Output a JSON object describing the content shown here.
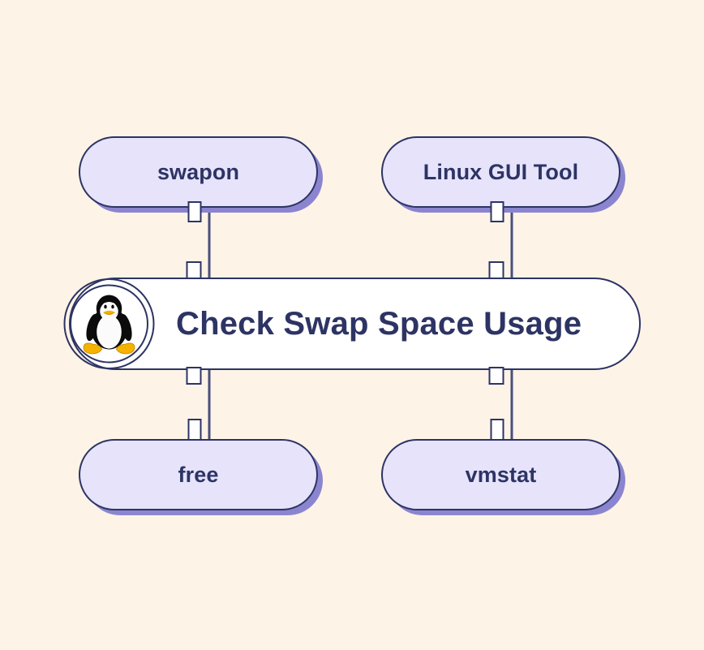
{
  "diagram": {
    "background_color": "#fdf4e7",
    "center": {
      "title": "Check Swap Space Usage",
      "icon": "linux-tux-icon",
      "fill_color": "#ffffff",
      "border_color": "#2d3464",
      "text_color": "#2d3464"
    },
    "nodes": [
      {
        "id": "swapon",
        "label": "swapon",
        "position": "top-left",
        "fill_color": "#e6e3fb",
        "border_color": "#2d3464",
        "shadow_color": "#8b85d0",
        "text_color": "#2d3464"
      },
      {
        "id": "linux-gui-tool",
        "label": "Linux GUI Tool",
        "position": "top-right",
        "fill_color": "#e6e3fb",
        "border_color": "#2d3464",
        "shadow_color": "#8b85d0",
        "text_color": "#2d3464"
      },
      {
        "id": "free",
        "label": "free",
        "position": "bottom-left",
        "fill_color": "#e6e3fb",
        "border_color": "#2d3464",
        "shadow_color": "#8b85d0",
        "text_color": "#2d3464"
      },
      {
        "id": "vmstat",
        "label": "vmstat",
        "position": "bottom-right",
        "fill_color": "#e6e3fb",
        "border_color": "#2d3464",
        "shadow_color": "#8b85d0",
        "text_color": "#2d3464"
      }
    ],
    "connectors": [
      {
        "from": "swapon",
        "to": "center",
        "line_color": "#4a4f7d"
      },
      {
        "from": "linux-gui-tool",
        "to": "center",
        "line_color": "#4a4f7d"
      },
      {
        "from": "center",
        "to": "free",
        "line_color": "#4a4f7d"
      },
      {
        "from": "center",
        "to": "vmstat",
        "line_color": "#4a4f7d"
      }
    ]
  }
}
